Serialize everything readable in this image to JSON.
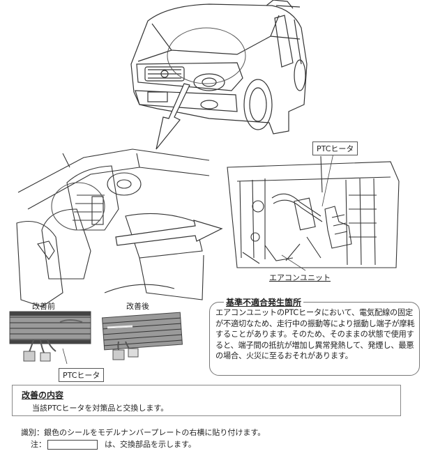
{
  "labels": {
    "ptc_heater_top": "PTCヒータ",
    "aircon_unit": "エアコンユニット",
    "before": "改善前",
    "after": "改善後",
    "ptc_heater_bottom": "PTCヒータ"
  },
  "defect": {
    "title": "基準不適合発生箇所",
    "body": "エアコンユニットのPTCヒータにおいて、電気配線の固定が不適切なため、走行中の振動等により揺動し端子が摩耗することがあります。そのため、そのままの状態で使用すると、端子間の抵抗が増加し異常発熱して、発煙し、最悪の場合、火災に至るおそれがあります。"
  },
  "improvement": {
    "title": "改善の内容",
    "body": "当該PTCヒータを対策品と交換します。"
  },
  "identification": "識別：銀色のシールをモデルナンバープレートの右横に貼り付けます。",
  "note": {
    "prefix": "注：",
    "suffix": "は、交換部品を示します。"
  }
}
